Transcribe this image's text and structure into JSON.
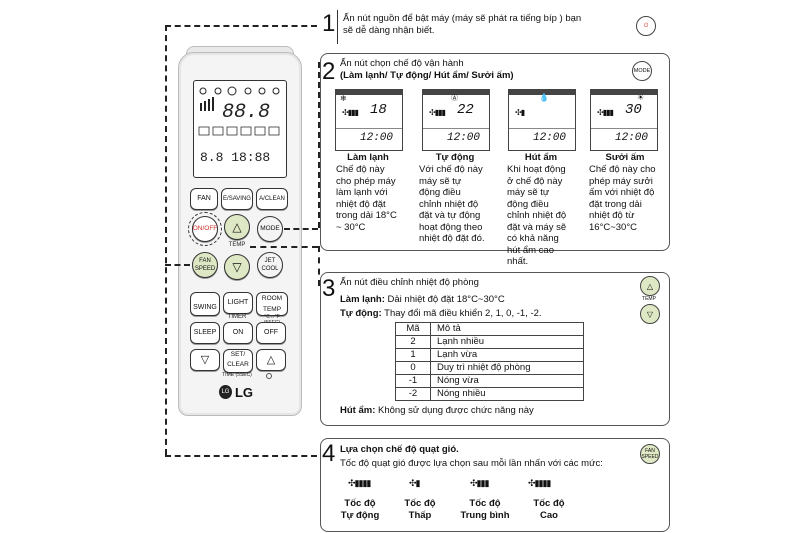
{
  "remote": {
    "buttons": {
      "fan": "FAN",
      "esaving": "E/SAVING",
      "aclean": "A/CLEAN",
      "on_off": "ON/OFF",
      "mode": "MODE",
      "temp": "TEMP",
      "fan_speed": "FAN SPEED",
      "jet_cool": "JET COOL",
      "swing": "SWING",
      "light": "LIGHT",
      "room_temp": "ROOM TEMP",
      "room_temp_sub": "°C↔°F (5SEC)",
      "timer": "TIMER",
      "sleep": "SLEEP",
      "on": "ON",
      "off": "OFF",
      "set_clear": "SET/ CLEAR",
      "time_sub": "TIME (5SEC)",
      "brand": "LG"
    },
    "lcd": {
      "temp": "88.8",
      "clock": "18:88"
    }
  },
  "step1": {
    "number": "1",
    "text_line1": "Ấn nút nguồn để bật máy (máy sẽ phát ra tiếng bíp )  bạn",
    "text_line2": "sẽ dễ dàng nhận biết."
  },
  "step2": {
    "number": "2",
    "title_line1": "Ấn nút chọn chế độ vận hành",
    "title_line2": "(Làm lạnh/ Tự động/ Hút ẩm/ Sưởi ấm)",
    "icon_label": "MODE",
    "modes": [
      {
        "title": "Làm lạnh",
        "temp": "18",
        "clock": "12:00",
        "lines": [
          "Chế độ này",
          "cho phép máy",
          "làm lạnh với",
          "nhiệt độ đặt",
          "trong dải 18°C",
          "~ 30°C"
        ]
      },
      {
        "title": "Tự động",
        "temp": "22",
        "clock": "12:00",
        "lines": [
          "Với chế độ này",
          "máy sẽ tự",
          "động điều",
          "chỉnh nhiệt độ",
          "đặt và tự động",
          "hoạt động theo",
          "nhiệt độ đặt đó."
        ]
      },
      {
        "title": "Hút ẩm",
        "temp": "",
        "clock": "12:00",
        "lines": [
          "Khi hoạt động",
          "ở chế độ này",
          "máy sẽ tự",
          "động điều",
          "chỉnh nhiệt độ",
          "đặt và máy sẽ",
          "có khả năng",
          "hút ẩm cao",
          "nhất."
        ]
      },
      {
        "title": "Sưởi ấm",
        "temp": "30",
        "clock": "12:00",
        "lines": [
          "Chế độ này cho",
          "phép máy sưởi",
          "ấm với nhiệt độ",
          "đặt trong dải",
          "nhiệt độ từ",
          "16°C~30°C"
        ]
      }
    ]
  },
  "step3": {
    "number": "3",
    "title": "Ấn nút điều chỉnh nhiệt độ phòng",
    "cool_label": "Làm lạnh:",
    "cool_text": " Dải nhiệt độ đặt 18°C~30°C",
    "auto_label": "Tự động:",
    "auto_text": " Thay đổi mã điều khiển  2, 1, 0, -1, -2.",
    "table_headers": [
      "Mã",
      "Mô tả"
    ],
    "table_rows": [
      [
        "2",
        "Lạnh nhiều"
      ],
      [
        "1",
        "Lạnh vừa"
      ],
      [
        "0",
        "Duy trì nhiệt độ phòng"
      ],
      [
        "-1",
        "Nóng vừa"
      ],
      [
        "-2",
        "Nóng nhiều"
      ]
    ],
    "dry_label": "Hút ẩm:",
    "dry_text": " Không sử dụng được chức năng này",
    "icon_label": "TEMP"
  },
  "step4": {
    "number": "4",
    "title": "Lựa chọn chế độ quạt gió.",
    "text": "Tốc độ quạt gió được lựa chọn sau mỗi lần nhấn với các mức:",
    "icon_label": "FAN SPEED",
    "speeds": [
      {
        "line1": "Tốc độ",
        "line2": "Tự động"
      },
      {
        "line1": "Tốc độ",
        "line2": "Thấp"
      },
      {
        "line1": "Tốc độ",
        "line2": "Trung bình"
      },
      {
        "line1": "Tốc độ",
        "line2": "Cao"
      }
    ]
  }
}
